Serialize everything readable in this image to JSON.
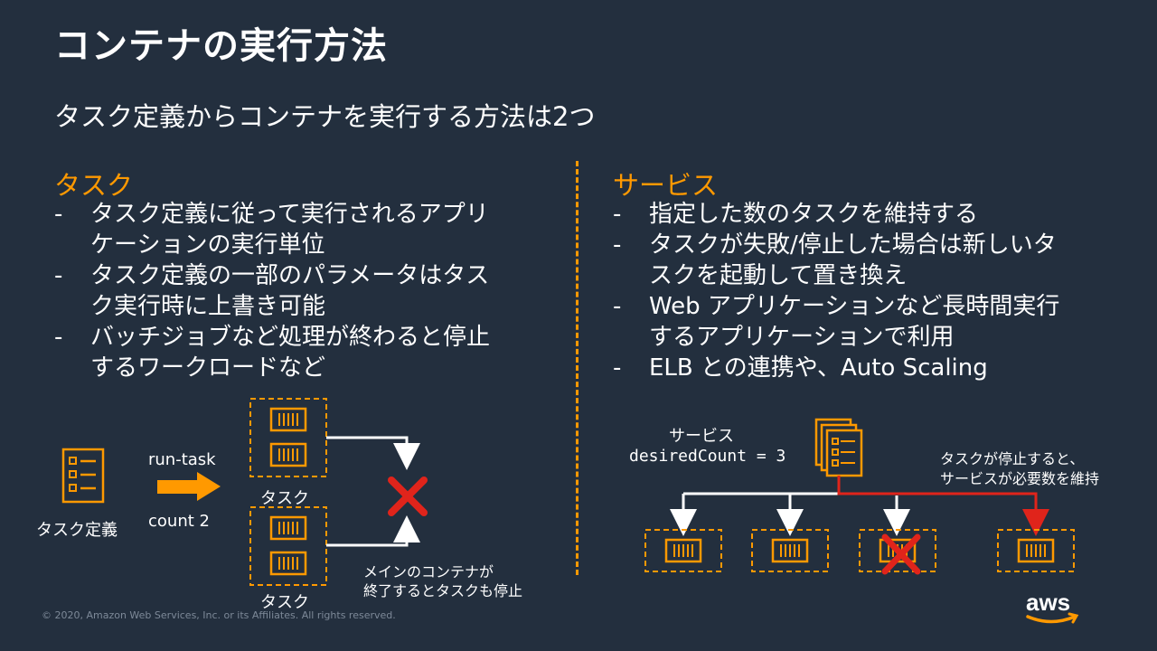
{
  "title": "コンテナの実行方法",
  "subtitle": "タスク定義からコンテナを実行する方法は2つ",
  "task_section": {
    "heading": "タスク",
    "bullets": [
      {
        "dash": "-",
        "lines": [
          "タスク定義に従って実行されるアプリ",
          "ケーションの実行単位"
        ]
      },
      {
        "dash": "-",
        "lines": [
          "タスク定義の一部のパラメータはタス",
          "ク実行時に上書き可能"
        ]
      },
      {
        "dash": "-",
        "lines": [
          "バッチジョブなど処理が終わると停止",
          "するワークロードなど"
        ]
      }
    ]
  },
  "service_section": {
    "heading": "サービス",
    "bullets": [
      {
        "dash": "-",
        "lines": [
          "指定した数のタスクを維持する"
        ]
      },
      {
        "dash": "-",
        "lines": [
          "タスクが失敗/停止した場合は新しいタ",
          "スクを起動して置き換え"
        ]
      },
      {
        "dash": "-",
        "lines": [
          "Web アプリケーションなど長時間実行",
          "するアプリケーションで利用"
        ]
      },
      {
        "dash": "-",
        "lines": [
          "ELB との連携や、Auto Scaling"
        ]
      }
    ]
  },
  "task_diagram": {
    "task_definition_label": "タスク定義",
    "run_task_label": "run-task",
    "count_label": "count 2",
    "task_label_1": "タスク",
    "task_label_2": "タスク",
    "note_line1": "メインのコンテナが",
    "note_line2": "終了するとタスクも停止"
  },
  "service_diagram": {
    "service_label": "サービス",
    "desired_count_label": "desiredCount = 3",
    "note_line1": "タスクが停止すると、",
    "note_line2": "サービスが必要数を維持"
  },
  "copyright": "© 2020, Amazon Web Services, Inc. or its Affiliates. All rights reserved.",
  "logo_text": "aws",
  "colors": {
    "background": "#232f3e",
    "accent": "#ff9900",
    "error_red": "#e0241b",
    "text": "#ffffff"
  }
}
